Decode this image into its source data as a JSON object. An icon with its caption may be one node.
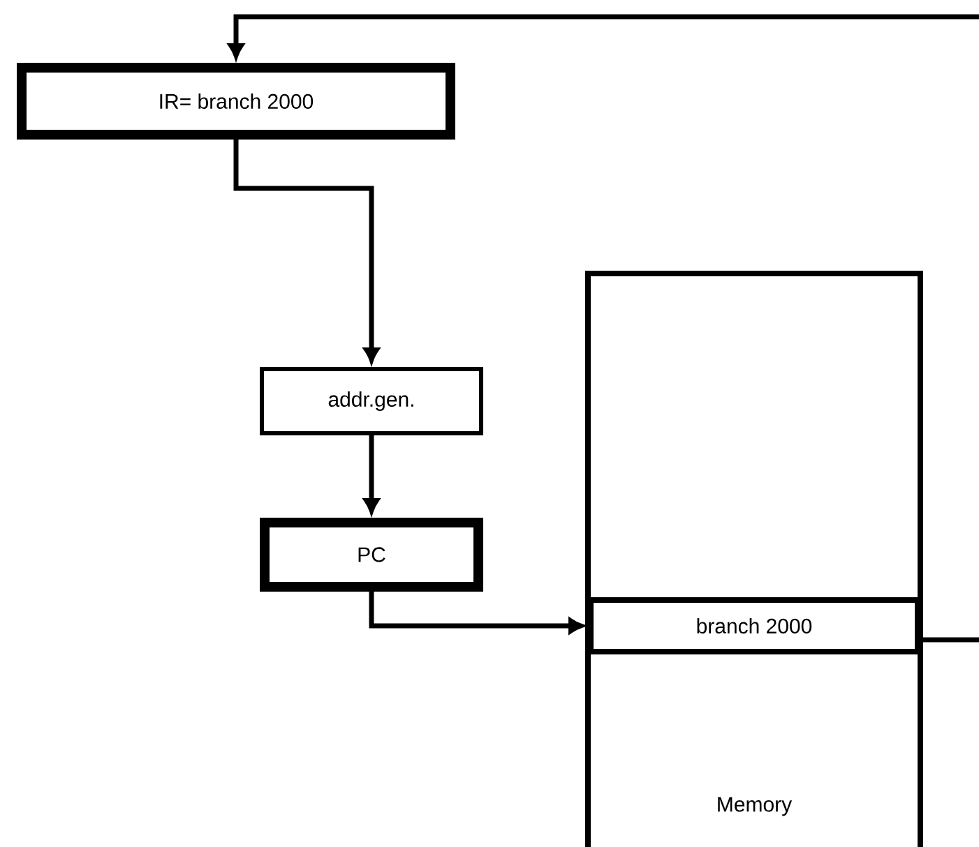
{
  "diagram": {
    "nodes": [
      {
        "text": [
          "IR= branch 2000"
        ]
      },
      {
        "text": [
          "addr.gen."
        ]
      },
      {
        "text": [
          "PC"
        ]
      },
      {
        "text": [
          "Memory"
        ]
      },
      {
        "text": [
          "branch 2000"
        ],
        "in": 3
      }
    ],
    "edges": [
      {
        "from": 4,
        "to": 0,
        "arrow": "to"
      },
      {
        "from": 0,
        "to": 1,
        "arrow": "to"
      },
      {
        "from": 1,
        "to": 2,
        "arrow": "to"
      },
      {
        "from": 2,
        "to": 4,
        "arrow": "to"
      }
    ]
  }
}
